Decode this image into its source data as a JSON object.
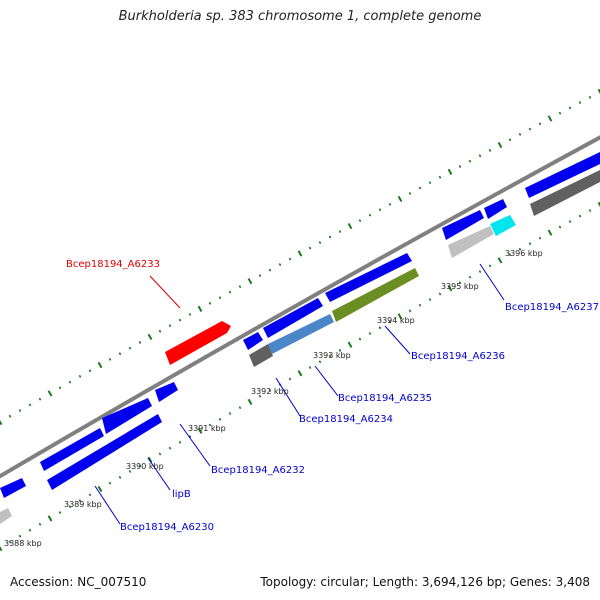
{
  "title": "Burkholderia sp. 383 chromosome 1, complete genome",
  "footer": {
    "accession": "Accession: NC_007510",
    "summary": "Topology: circular; Length: 3,694,126 bp; Genes: 3,408"
  },
  "colors": {
    "backbone": "#808080",
    "tick": "#1a7a1a",
    "forward_gene": "#0000ee",
    "reverse_gene": "#0000ee",
    "highlight_gene": "#ff0000",
    "label_blue": "#0000cc",
    "label_red": "#dd0000"
  },
  "ticks": [
    {
      "label": "3388 kbp"
    },
    {
      "label": "3389 kbp"
    },
    {
      "label": "3390 kbp"
    },
    {
      "label": "3391 kbp"
    },
    {
      "label": "3392 kbp"
    },
    {
      "label": "3393 kbp"
    },
    {
      "label": "3394 kbp"
    },
    {
      "label": "3395 kbp"
    },
    {
      "label": "3396 kbp"
    }
  ],
  "gene_labels": [
    {
      "text": "Bcep18194_A6233",
      "color": "#dd0000"
    },
    {
      "text": "Bcep18194_A6237",
      "color": "#0000cc"
    },
    {
      "text": "Bcep18194_A6236",
      "color": "#0000cc"
    },
    {
      "text": "Bcep18194_A6235",
      "color": "#0000cc"
    },
    {
      "text": "Bcep18194_A6234",
      "color": "#0000cc"
    },
    {
      "text": "Bcep18194_A6232",
      "color": "#0000cc"
    },
    {
      "text": "lipB",
      "color": "#0000cc"
    },
    {
      "text": "Bcep18194_A6230",
      "color": "#0000cc"
    }
  ]
}
